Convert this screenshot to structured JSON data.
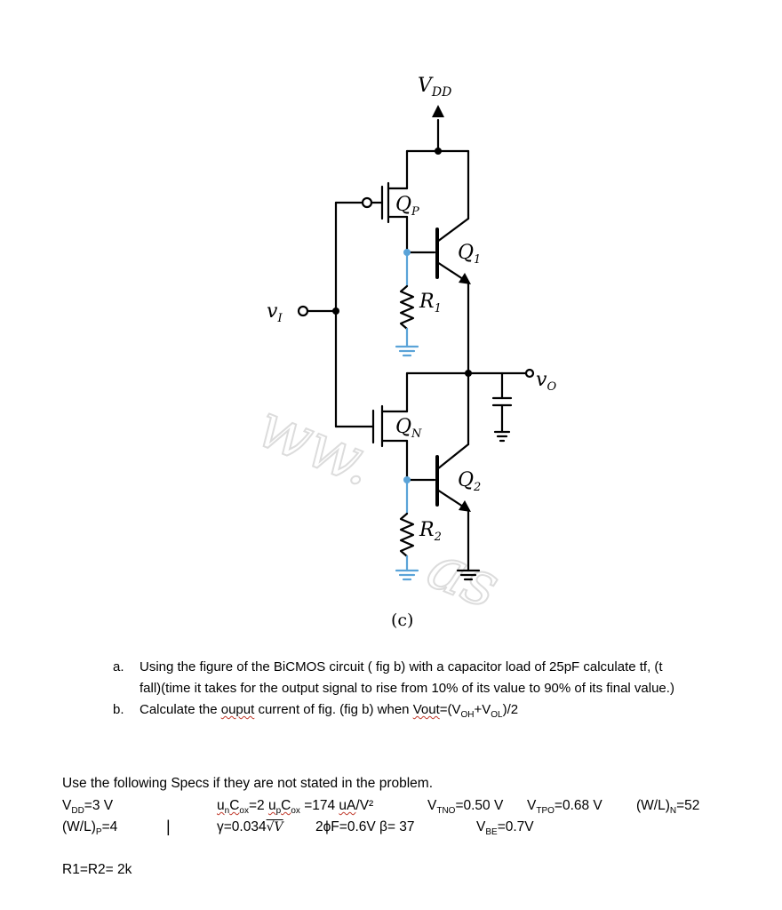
{
  "circuit": {
    "labels": {
      "vdd": "VDD",
      "vdd_sub": "DD",
      "vdd_main": "V",
      "qp": "Q",
      "qp_sub": "P",
      "q1": "Q",
      "q1_sub": "1",
      "r1": "R",
      "r1_sub": "1",
      "vi": "v",
      "vi_sub": "I",
      "vo": "v",
      "vo_sub": "O",
      "qn": "Q",
      "qn_sub": "N",
      "q2": "Q",
      "q2_sub": "2",
      "r2": "R",
      "r2_sub": "2",
      "fig": "(c)"
    },
    "colors": {
      "wire": "#000000",
      "resistor_node": "#5aa3d8",
      "watermark": "#d9d9d9"
    }
  },
  "questions": [
    {
      "marker": "a.",
      "line1": "Using the figure of the BiCMOS circuit ( fig b) with a capacitor load of 25pF calculate tf, (t",
      "line2": "fall)(time it takes for the output signal to rise from 10% of its value to 90% of its final value.)"
    },
    {
      "marker": "b.",
      "pre": "Calculate the ",
      "word1": "ouput",
      "mid": " current of fig. (fig b) when ",
      "word2": "Vout",
      "post_eq": "=(V",
      "oh_sub": "OH",
      "plus": "+V",
      "ol_sub": "OL",
      "end": ")/2"
    }
  ],
  "specs": {
    "intro": "Use the following Specs if they are not stated in the problem.",
    "vdd": "V",
    "vdd_sub": "DD",
    "vdd_val": "=3 V",
    "un_cox_u": "u",
    "un_cox_sub1": "n",
    "un_cox_c": "C",
    "un_cox_sub2": "ox",
    "un_cox_val": "=2 ",
    "up_cox_u": "u",
    "up_cox_sub1": "p",
    "up_cox_c": "C",
    "up_cox_sub2": "ox",
    "up_cox_val": " =174 ",
    "ua": "uA",
    "ua_unit": "/V²",
    "vtno": "V",
    "vtno_sub": "TNO",
    "vtno_val": "=0.50 V",
    "vtpo": "V",
    "vtpo_sub": "TPO",
    "vtpo_val": "=0.68 V",
    "wln": "(W/L)",
    "wln_sub": "N",
    "wln_val": "=52",
    "wlp": "(W/L)",
    "wlp_sub": "P",
    "wlp_val": "=4",
    "cursor": "|",
    "gamma": "γ=0.034",
    "gamma_sqrt": "√V",
    "phi": "2ϕF=0.6V",
    "beta": "β= 37",
    "vbe": "V",
    "vbe_sub": "BE",
    "vbe_val": "=0.7V",
    "r": "R1=R2= 2k"
  }
}
